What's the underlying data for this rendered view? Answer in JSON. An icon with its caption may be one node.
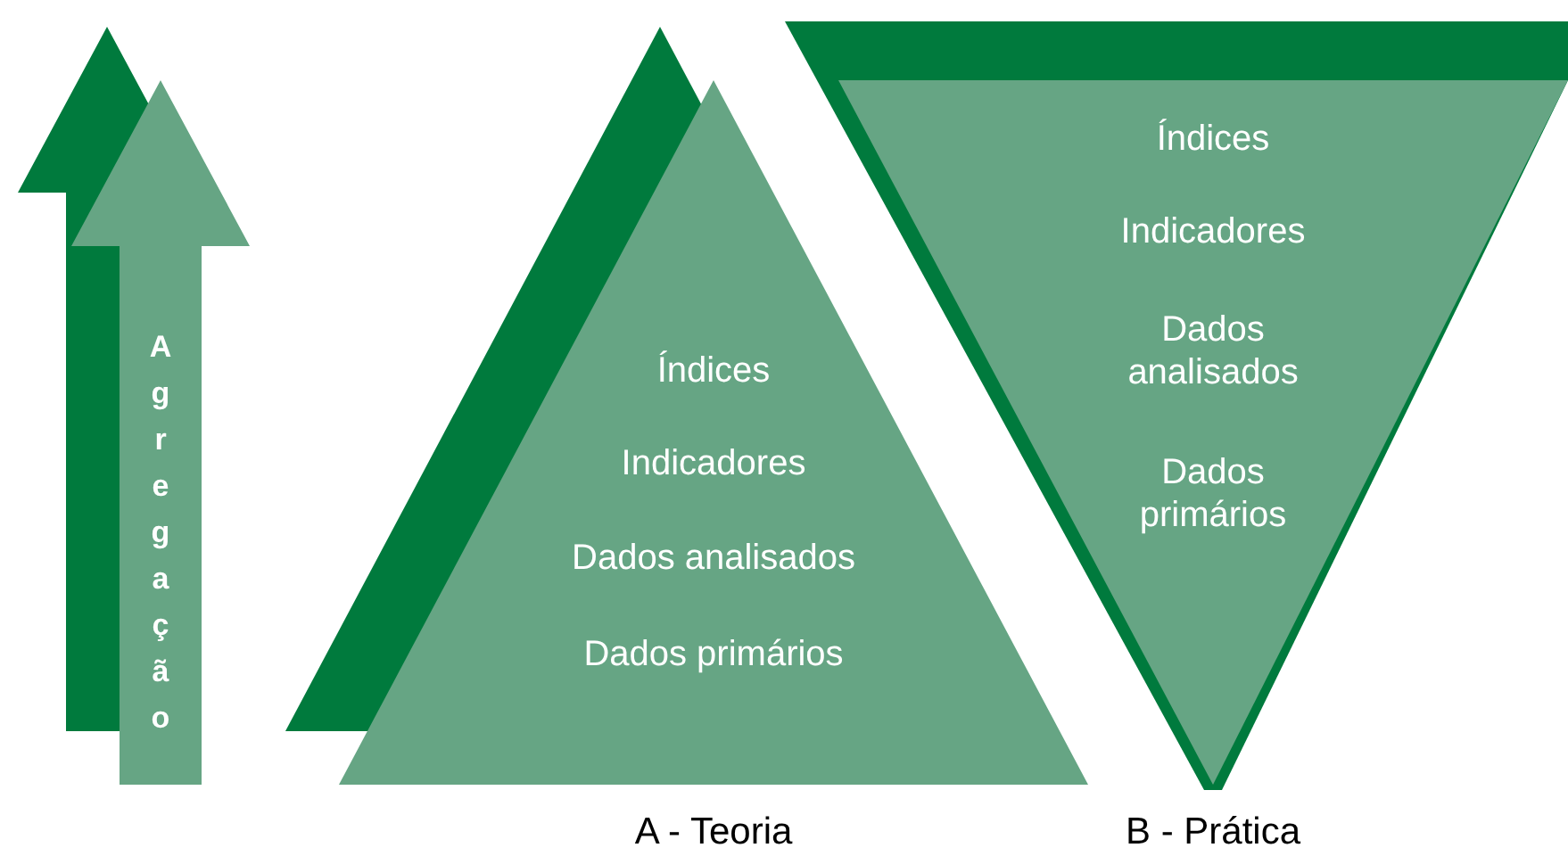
{
  "diagram": {
    "nodes": [
      {
        "text": [
          "Agregação"
        ]
      },
      {
        "text": [
          "Índices",
          "Indicadores",
          "Dados analisados",
          "Dados primários"
        ],
        "beside": [
          "A - Teoria"
        ]
      },
      {
        "text": [
          "Índices",
          "Indicadores",
          "Dados analisados",
          "Dados primários"
        ],
        "beside": [
          "B - Prática"
        ]
      }
    ],
    "edges": []
  }
}
